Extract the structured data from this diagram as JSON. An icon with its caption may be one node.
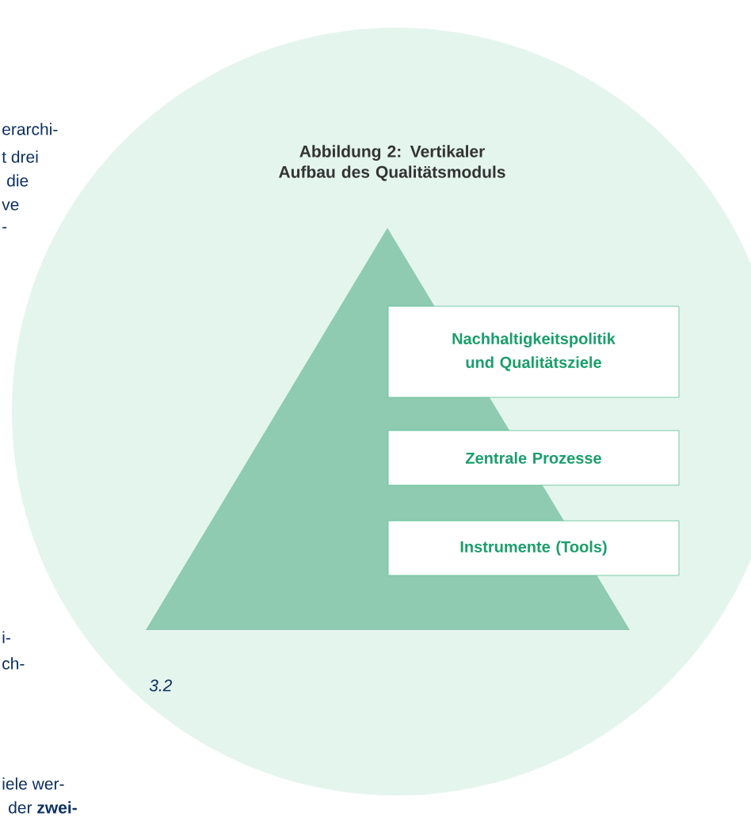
{
  "diagram": {
    "title": "Abbildung 2: Vertikaler Aufbau des Qualitätsmoduls",
    "nodes": [
      {
        "text": [
          "Nachhaltigkeitspolitik und Qualitätsziele"
        ]
      },
      {
        "text": [
          "Zentrale Prozesse"
        ]
      },
      {
        "text": [
          "Instrumente (Tools)"
        ]
      }
    ],
    "labels": [
      "erarchi-",
      "t drei",
      "die",
      "ve",
      "-",
      "i-",
      "ch-",
      "*3.2*",
      "iele wer-",
      "der **zwei-**"
    ]
  }
}
